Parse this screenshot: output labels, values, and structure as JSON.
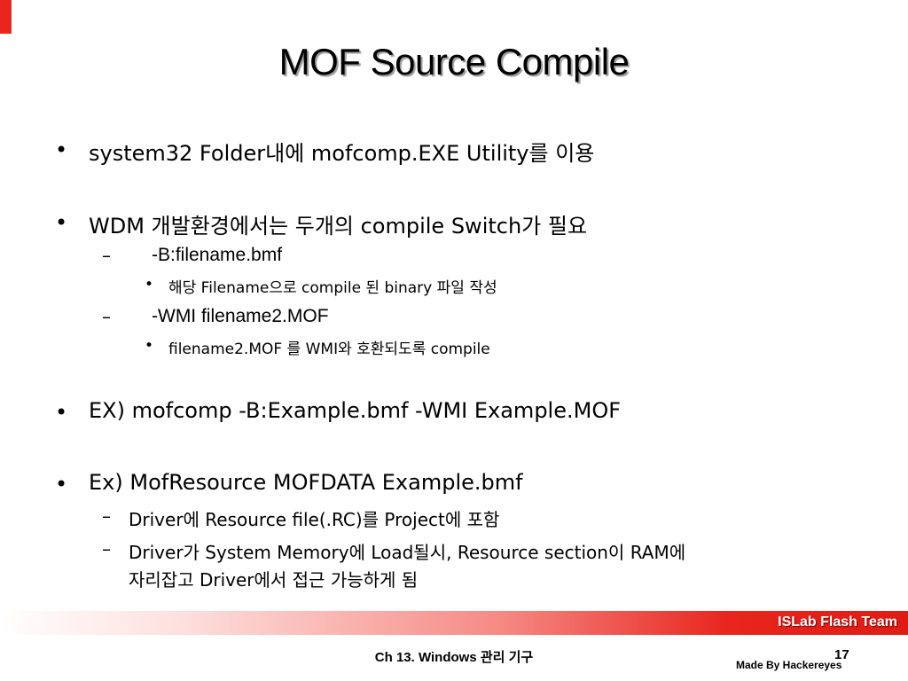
{
  "slide": {
    "title": "MOF Source Compile",
    "bullet_symbol": "•",
    "dash_symbol": "–",
    "items": [
      "system32 Folder내에 mofcomp.EXE Utility를 이용",
      "WDM 개발환경에서는 두개의 compile Switch가 필요",
      "-B:filename.bmf",
      "해당 Filename으로 compile 된 binary 파일 작성",
      "-WMI filename2.MOF",
      "filename2.MOF 를 WMI와 호환되도록 compile",
      "EX) mofcomp -B:Example.bmf -WMI Example.MOF",
      "Ex) MofResource MOFDATA Example.bmf",
      "Driver에 Resource file(.RC)를 Project에 포함",
      "Driver가 System Memory에 Load될시, Resource section이 RAM에",
      "자리잡고 Driver에서 접근 가능하게 됨"
    ]
  },
  "footer": {
    "team": "ISLab Flash Team",
    "chapter": "Ch 13. Windows 관리 기구",
    "page_number": "17",
    "author": "Made By Hackereyes",
    "accent_color": "#e8261e"
  }
}
